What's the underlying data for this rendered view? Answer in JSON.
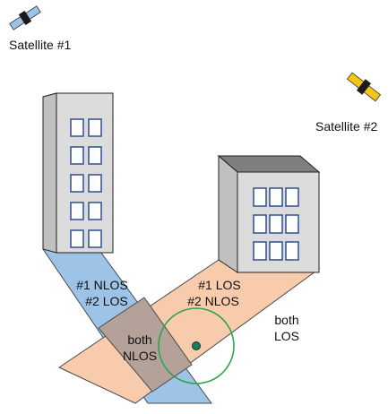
{
  "satellites": [
    {
      "label": "Satellite #1",
      "body_color": "#9dc3e6",
      "panel_color": "#1a1a1a"
    },
    {
      "label": "Satellite #2",
      "body_color": "#f5c518",
      "panel_color": "#1a1a1a"
    }
  ],
  "regions": {
    "sat1_nlos_line1": "#1 NLOS",
    "sat1_nlos_line2": "#2 LOS",
    "sat2_nlos_line1": "#1 LOS",
    "sat2_nlos_line2": "#2 NLOS",
    "both_nlos_line1": "both",
    "both_nlos_line2": "NLOS",
    "both_los_line1": "both",
    "both_los_line2": "LOS"
  },
  "colors": {
    "sat1_shadow": "#9dc3e6",
    "sat2_shadow": "#f8cbad",
    "overlap": "#b4a29a",
    "building_front": "#dcdcdc",
    "building_side": "#c0c0c0",
    "building_roof": "#7f7f7f",
    "window_fill": "#ffffff",
    "window_stroke": "#2f4f8f",
    "receiver": "#1f7a5c",
    "error_circle": "#2da44e"
  }
}
